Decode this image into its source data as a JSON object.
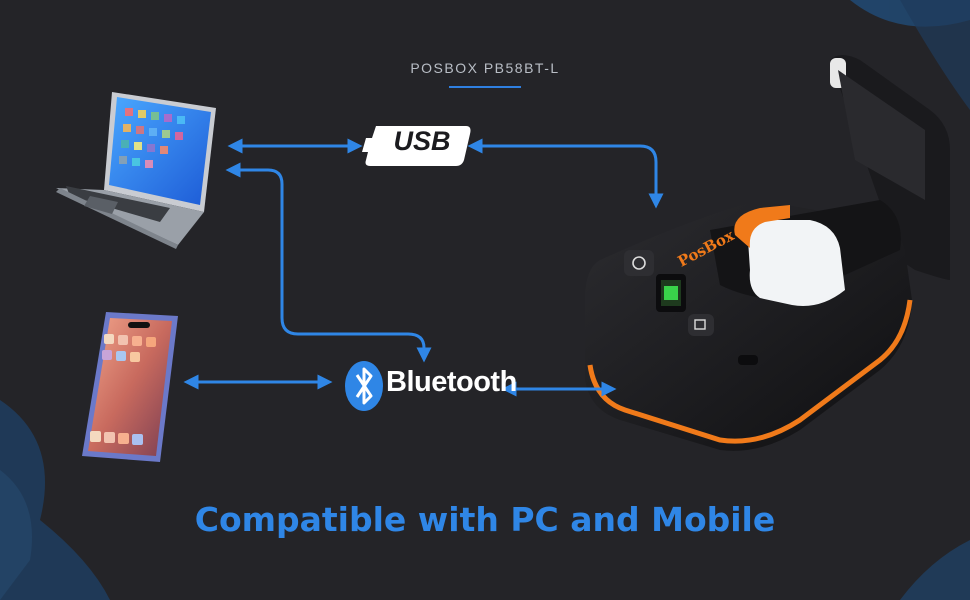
{
  "product_name": "POSBOX PB58BT-L",
  "headline": "Compatible with PC and Mobile",
  "usb_label": "USB",
  "bluetooth_label": "Bluetooth",
  "printer_logo": "PosBox",
  "colors": {
    "background": "#242428",
    "accent_blue": "#2f86e6",
    "printer_orange": "#f07a1a",
    "printer_body": "#1c1c1e"
  },
  "icons": [
    "laptop-icon",
    "smartphone-icon",
    "usb-icon",
    "bluetooth-icon",
    "thermal-printer-icon"
  ]
}
